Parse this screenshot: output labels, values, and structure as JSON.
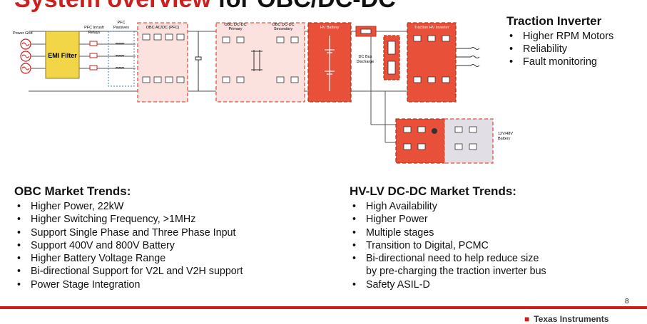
{
  "slide": {
    "title_red": "System overview",
    "title_black": " for OBC/DC-DC",
    "page_number": "8"
  },
  "diagram": {
    "power_grid": "Power Grid",
    "pfc_inrush_relays": [
      "PFC Inrush",
      "Relays"
    ],
    "pfc_passives": [
      "PFC",
      "Passives"
    ],
    "emi_filter": "EMI Filter",
    "obc_acdc": "OBC AC/DC (PFC)",
    "obc_dcdc_primary": [
      "OBC DC-DC",
      "Primary"
    ],
    "obc_dcdc_secondary": [
      "OBC DC-DC",
      "Secondary"
    ],
    "hv_battery": "HV Battery",
    "dc_bus_discharge": [
      "DC Bus",
      "Discharge"
    ],
    "traction_hv_inverter": "Traction HV Inverter",
    "lv_battery": [
      "12V/48V",
      "Battery"
    ]
  },
  "traction_inverter": {
    "title": "Traction Inverter",
    "items": [
      "Higher RPM Motors",
      "Reliability",
      "Fault monitoring"
    ]
  },
  "obc_trends": {
    "title": "OBC Market Trends:",
    "items": [
      "Higher Power, 22kW",
      "Higher Switching Frequency, >1MHz",
      "Support Single Phase and Three Phase Input",
      "Support 400V and 800V Battery",
      "Higher Battery Voltage Range",
      "Bi-directional Support for V2L and V2H support",
      "Power Stage Integration"
    ]
  },
  "hvlv_trends": {
    "title": "HV-LV DC-DC Market Trends:",
    "items": [
      "High Availability",
      "Higher Power",
      "Multiple stages",
      "Transition to Digital, PCMC",
      "Bi-directional need to help reduce size",
      "by pre-charging the traction inverter bus",
      "Safety ASIL-D"
    ]
  },
  "footer": {
    "logo_text": "Texas Instruments"
  },
  "colors": {
    "accent_red": "#cc1f1f",
    "emi_yellow": "#f3d548",
    "hv_red": "#e8503a",
    "pink_panel": "#fbe2de",
    "lv_panel": "#e2dee6"
  }
}
